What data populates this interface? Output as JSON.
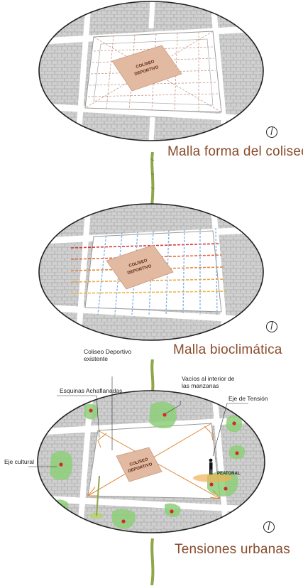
{
  "panel1": {
    "caption": "Malla forma del coliseo",
    "building_label_line1": "COLISEO",
    "building_label_line2": "DEPORTIVO"
  },
  "panel2": {
    "caption": "Malla bioclimática",
    "building_label_line1": "COLISEO",
    "building_label_line2": "DEPORTIVO"
  },
  "panel3": {
    "caption": "Tensiones urbanas",
    "building_label_line1": "COLISEO",
    "building_label_line2": "DEPORTIVO",
    "annotations": {
      "coliseo_line1": "Coliseo Deportivo",
      "coliseo_line2": "existente",
      "vacios_line1": "Vacíos al interior de",
      "vacios_line2": "las manzanas",
      "esquinas": "Esquinas Achaflanadas",
      "eje_tension": "Eje de Tensión",
      "eje_cultural": "Eje cultural",
      "peatonal": "PEATONAL"
    }
  },
  "colors": {
    "caption": "#8a4b2c",
    "building": "#e2b9a1",
    "block": "#d2d2d2",
    "street": "#ffffff",
    "green_axis": "#8fa64a",
    "green_space": "#8fcf7a",
    "tension_point": "#d7262b",
    "grid_red": "#d63a3a",
    "grid_yellow": "#e9b84a",
    "grid_blue": "#86b6e6",
    "tension_orange": "#e08a3a"
  },
  "icons": [
    "north-arrow-icon",
    "pedestrian-icon"
  ]
}
